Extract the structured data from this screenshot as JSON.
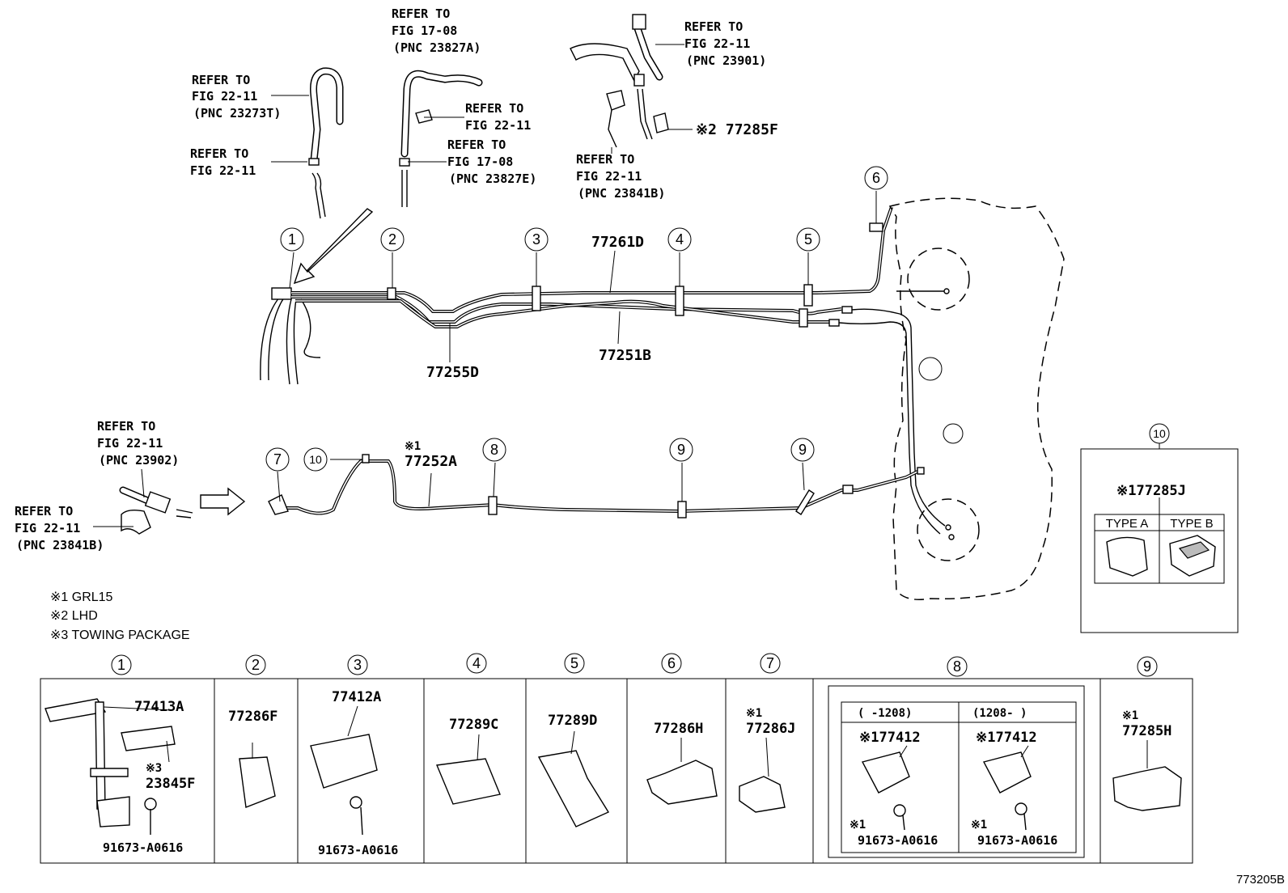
{
  "refers": {
    "r1": [
      "REFER TO",
      "FIG 17-08",
      "(PNC 23827A)"
    ],
    "r2": [
      "REFER TO",
      "FIG 22-11",
      "(PNC 23901)"
    ],
    "r3": [
      "REFER TO",
      "FIG 22-11",
      "(PNC 23273T)"
    ],
    "r4": [
      "REFER TO",
      "FIG 22-11"
    ],
    "r5": [
      "REFER TO",
      "FIG 22-11"
    ],
    "r6": [
      "REFER TO",
      "FIG 17-08",
      "(PNC 23827E)"
    ],
    "r7": [
      "REFER TO",
      "FIG 22-11",
      "(PNC 23841B)"
    ],
    "r8": [
      "REFER TO",
      "FIG 22-11",
      "(PNC 23902)"
    ],
    "r9": [
      "REFER TO",
      "FIG 22-11",
      "(PNC 23841B)"
    ]
  },
  "parts": {
    "p77285F": "※2 77285F",
    "p77261D": "77261D",
    "p77251B": "77251B",
    "p77255D": "77255D",
    "p77252A_note": "※1",
    "p77252A": "77252A"
  },
  "callouts": [
    "1",
    "2",
    "3",
    "4",
    "5",
    "6",
    "7",
    "8",
    "9",
    "9",
    "10",
    "10"
  ],
  "notes": [
    "※1 GRL15",
    "※2 LHD",
    "※3 TOWING PACKAGE"
  ],
  "type_box": {
    "number": "10",
    "part": "※177285J",
    "type_a": "TYPE A",
    "type_b": "TYPE B"
  },
  "table": {
    "headers": [
      "1",
      "2",
      "3",
      "4",
      "5",
      "6",
      "7",
      "8",
      "9"
    ],
    "c1": [
      "77413A",
      "※3",
      "23845F",
      "91673-A0616"
    ],
    "c2": [
      "77286F"
    ],
    "c3": [
      "77412A",
      "91673-A0616"
    ],
    "c4": [
      "77289C"
    ],
    "c5": [
      "77289D"
    ],
    "c6": [
      "77286H"
    ],
    "c7": [
      "※1",
      "77286J"
    ],
    "c8": {
      "left_range": "(      -1208)",
      "right_range": "(1208-      )",
      "left_part": "※177412",
      "right_part": "※177412",
      "left_note": "※1",
      "right_note": "※1",
      "left_bolt": "91673-A0616",
      "right_bolt": "91673-A0616"
    },
    "c9": [
      "※1",
      "77285H"
    ]
  },
  "figure_id": "773205B"
}
